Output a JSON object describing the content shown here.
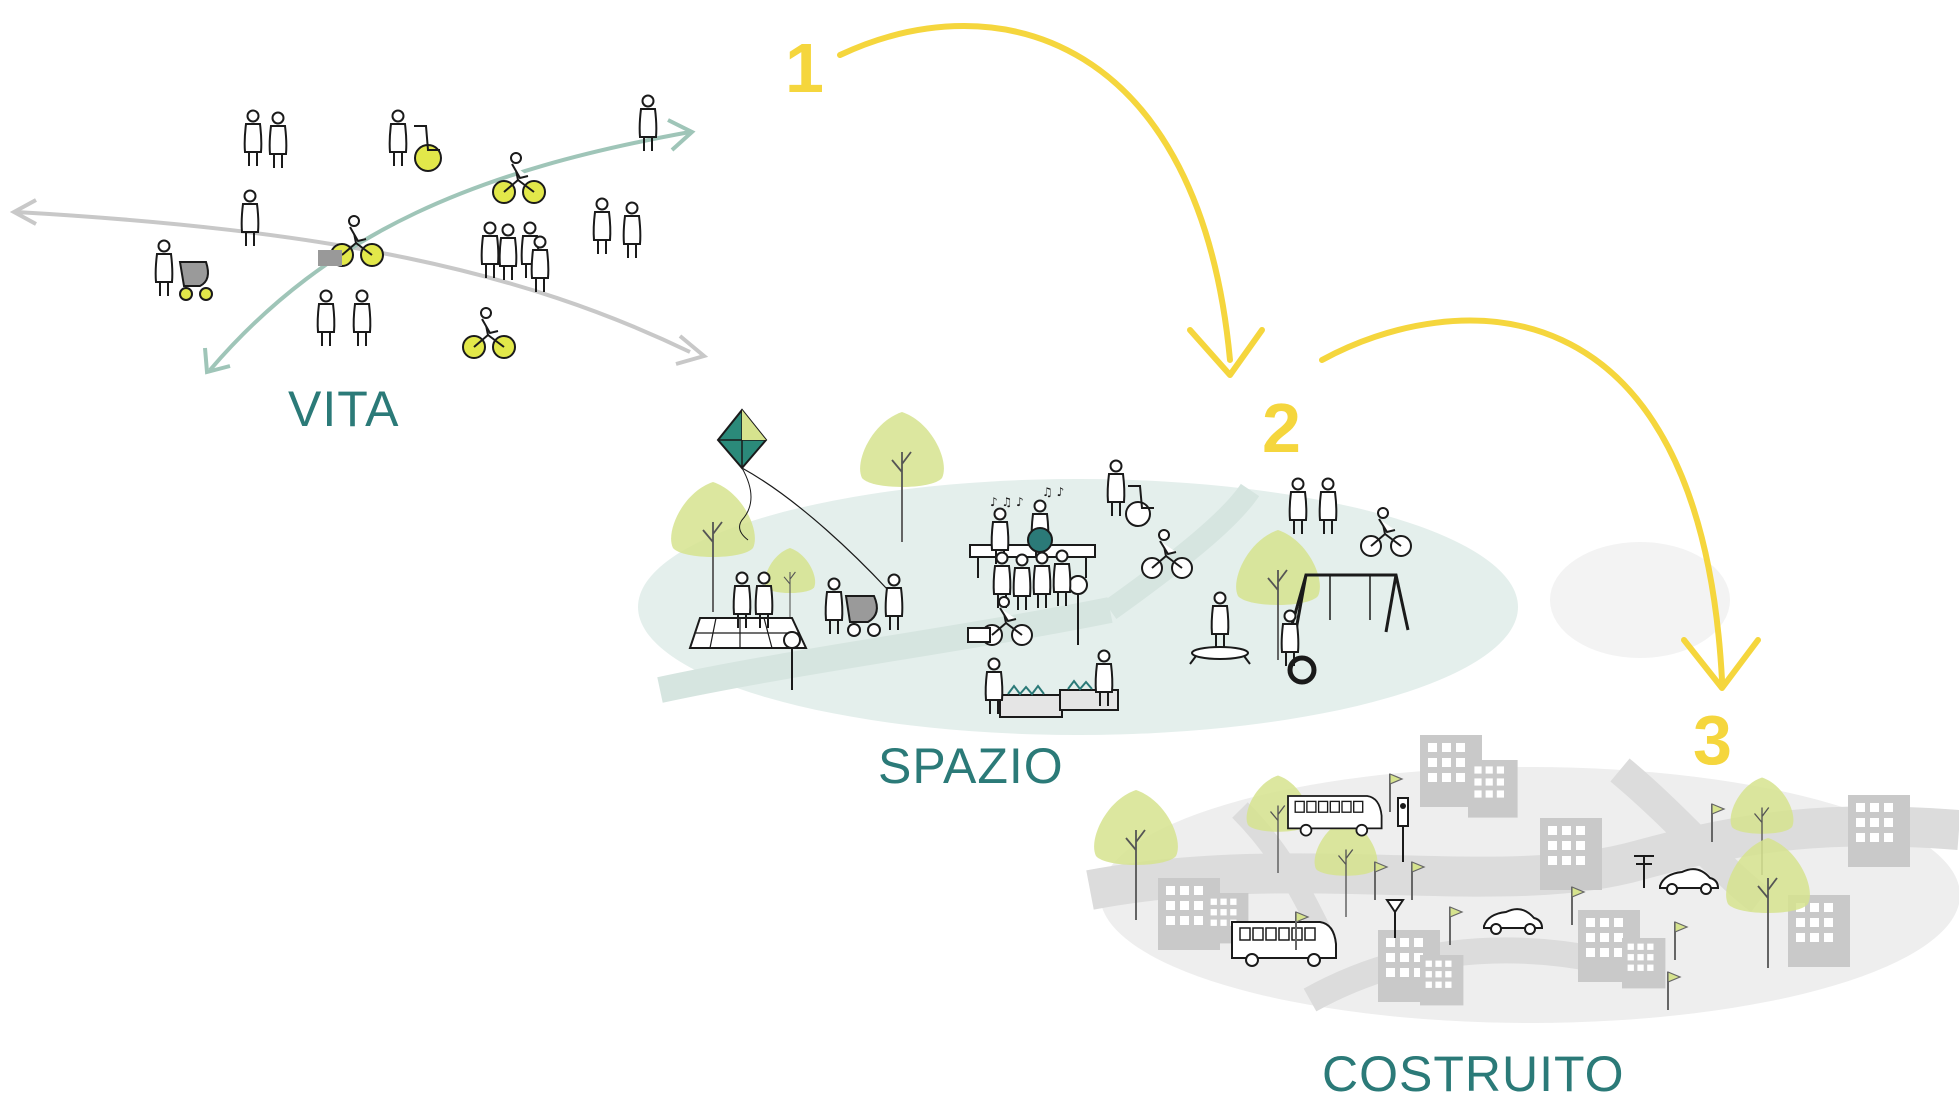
{
  "steps": [
    {
      "number": "1",
      "label": "VITA"
    },
    {
      "number": "2",
      "label": "SPAZIO"
    },
    {
      "number": "3",
      "label": "COSTRUITO"
    }
  ],
  "colors": {
    "accent_yellow": "#f5d63d",
    "label_teal": "#2b7a78",
    "green_ellipse": "#e4efec",
    "gray_ellipse": "#eeeeee",
    "tree_green": "#d6e38e",
    "path_teal": "#9fc5b8",
    "path_gray": "#c8c8c8",
    "building_gray": "#c6c6c6",
    "figure_ink": "#1a1a1a"
  },
  "icons": [
    "person-icon",
    "bicycle-icon",
    "stroller-icon",
    "wheelchair-icon",
    "tree-icon",
    "kite-icon",
    "swing-icon",
    "bus-icon",
    "car-icon",
    "building-icon",
    "flag-icon",
    "traffic-light-icon"
  ]
}
